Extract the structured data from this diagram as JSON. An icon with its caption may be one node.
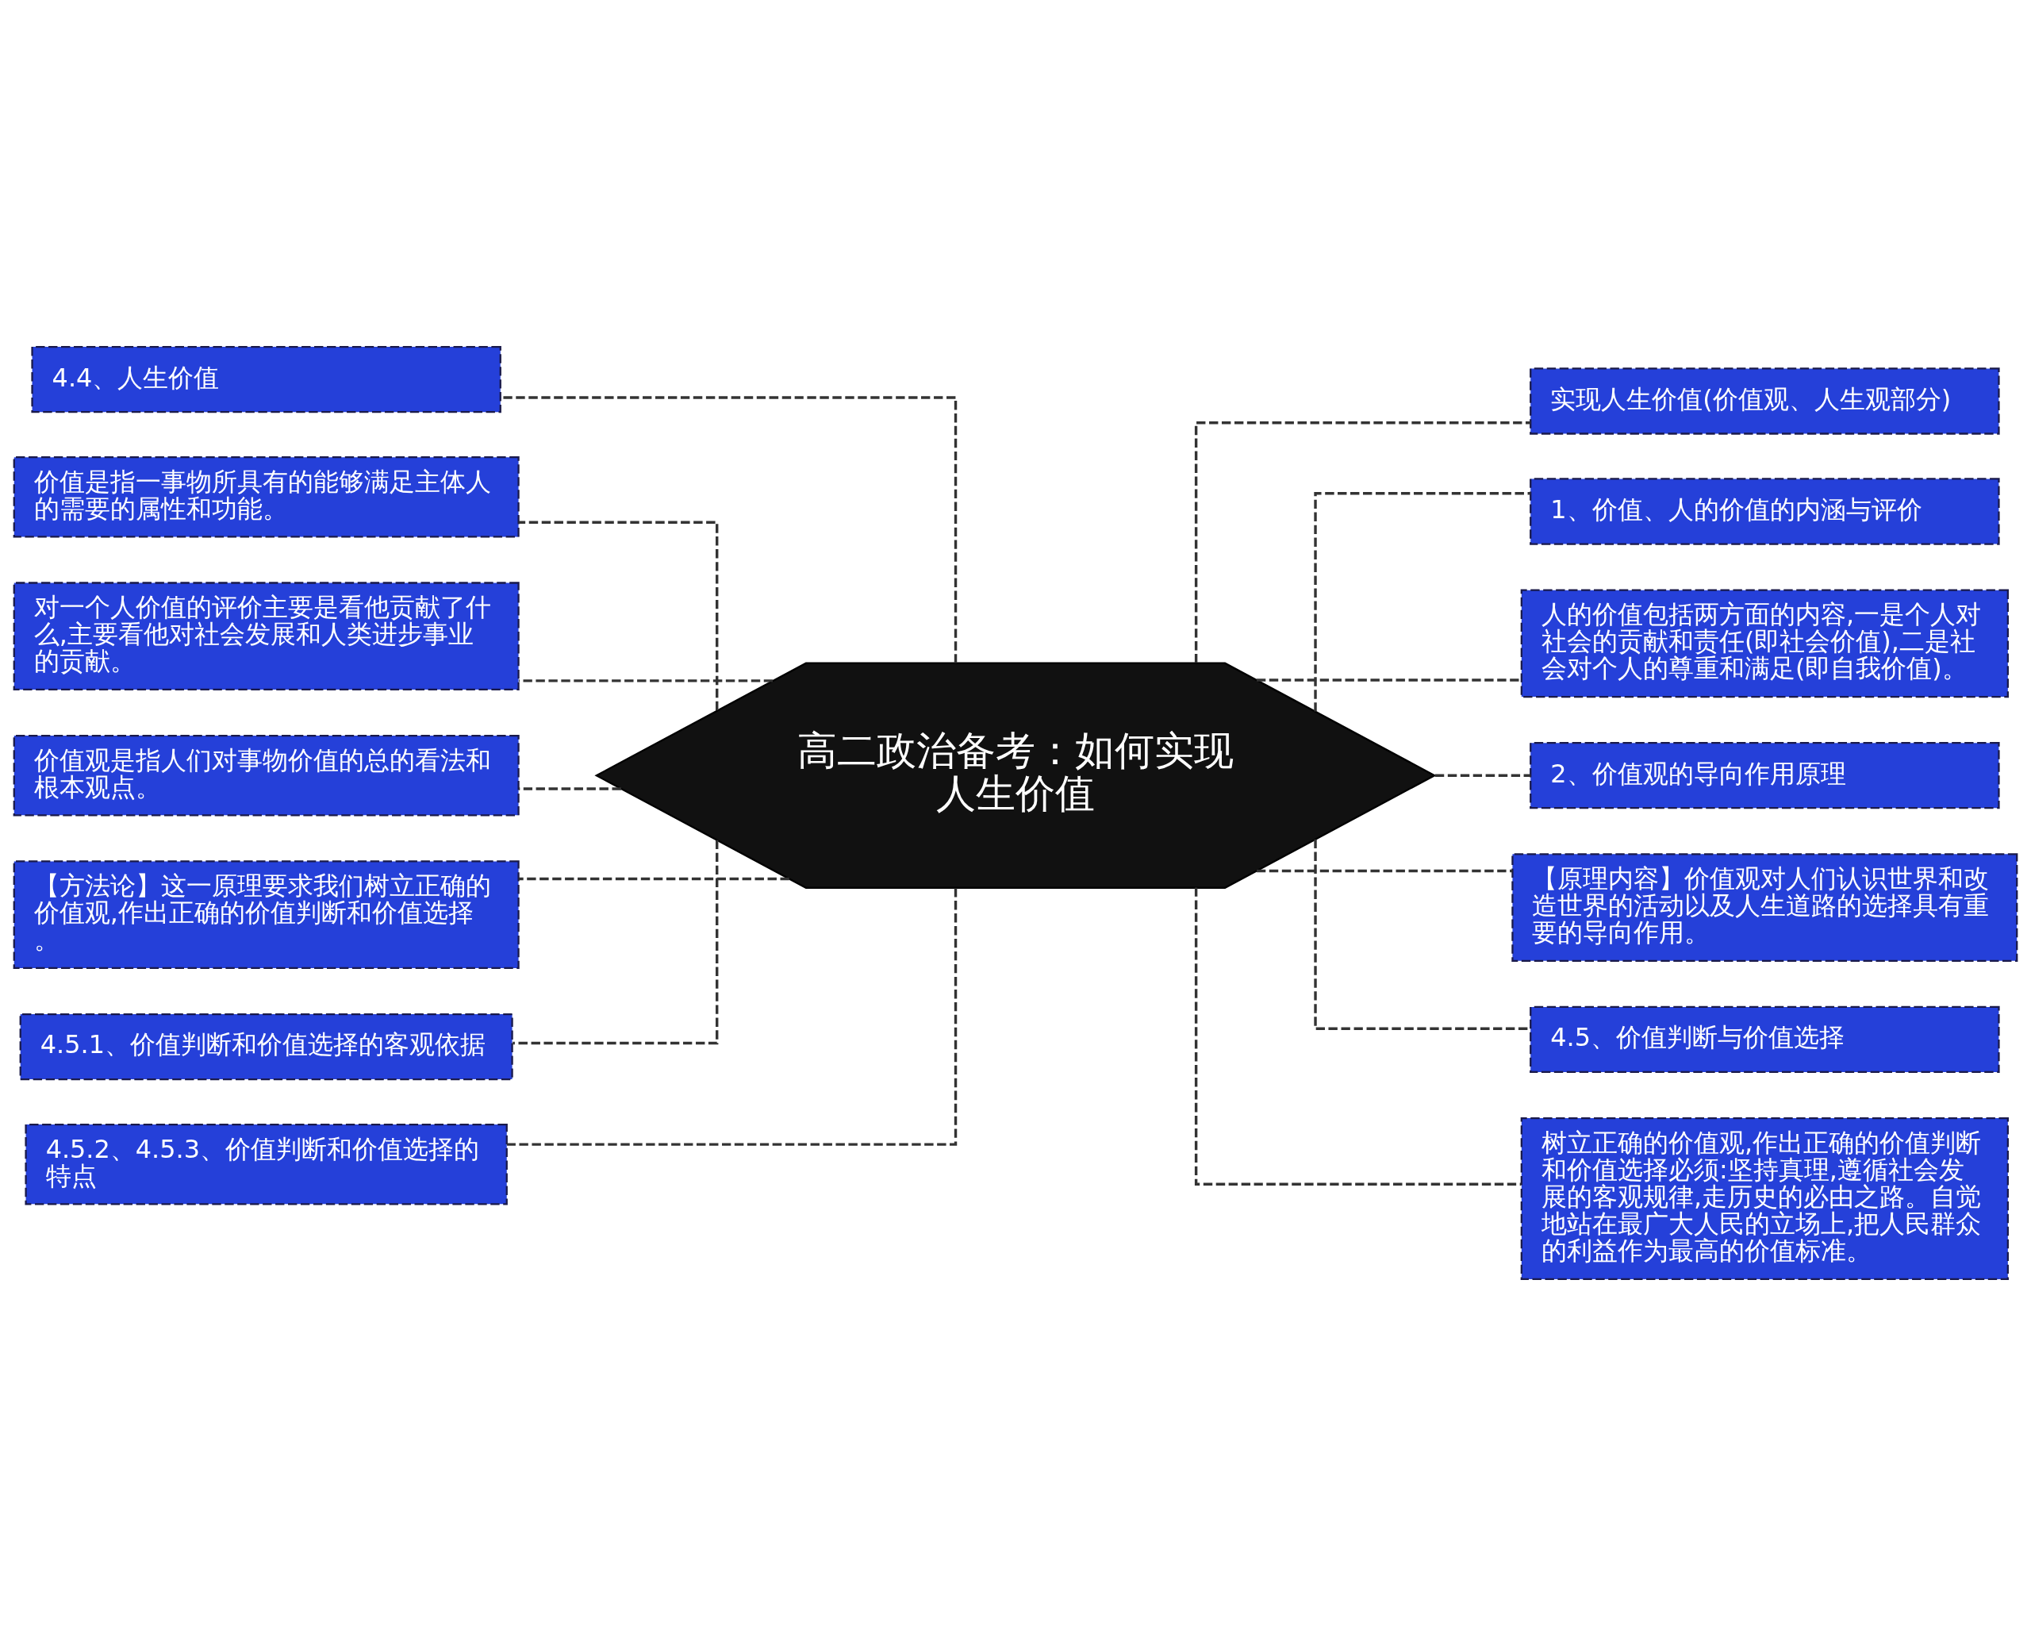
{
  "diagram": {
    "nodes": [
      {
        "text": [
          "高二政治备考：如何实现人生价值"
        ]
      },
      {
        "text": [
          "4.4、人生价值"
        ]
      },
      {
        "text": [
          "价值是指一事物所具有的能够满足主体人的需要的属性和功能。"
        ]
      },
      {
        "text": [
          "对一个人价值的评价主要是看他贡献了什么,主要看他对社会发展和人类进步事业的贡献。"
        ]
      },
      {
        "text": [
          "价值观是指人们对事物价值的总的看法和根本观点。"
        ]
      },
      {
        "text": [
          "【方法论】这一原理要求我们树立正确的价值观,作出正确的价值判断和价值选择。"
        ]
      },
      {
        "text": [
          "4.5.1、价值判断和价值选择的客观依据"
        ]
      },
      {
        "text": [
          "4.5.2、4.5.3、价值判断和价值选择的特点"
        ]
      },
      {
        "text": [
          "实现人生价值(价值观、人生观部分)"
        ]
      },
      {
        "text": [
          "1、价值、人的价值的内涵与评价"
        ]
      },
      {
        "text": [
          "人的价值包括两方面的内容,一是个人对社会的贡献和责任(即社会价值),二是社会对个人的尊重和满足(即自我价值)。"
        ]
      },
      {
        "text": [
          "2、价值观的导向作用原理"
        ]
      },
      {
        "text": [
          "【原理内容】价值观对人们认识世界和改造世界的活动以及人生道路的选择具有重要的导向作用。"
        ]
      },
      {
        "text": [
          "4.5、价值判断与价值选择"
        ]
      },
      {
        "text": [
          "树立正确的价值观,作出正确的价值判断和价值选择必须:坚持真理,遵循社会发展的客观规律,走历史的必由之路。自觉地站在最广大人民的立场上,把人民群众的利益作为最高的价值标准。"
        ]
      }
    ],
    "edges": [
      {
        "from": 0,
        "to": 1,
        "arrow": "none",
        "style": "dashed"
      },
      {
        "from": 0,
        "to": 2,
        "arrow": "none",
        "style": "dashed"
      },
      {
        "from": 0,
        "to": 3,
        "arrow": "none",
        "style": "dashed"
      },
      {
        "from": 0,
        "to": 4,
        "arrow": "none",
        "style": "dashed"
      },
      {
        "from": 0,
        "to": 5,
        "arrow": "none",
        "style": "dashed"
      },
      {
        "from": 0,
        "to": 6,
        "arrow": "none",
        "style": "dashed"
      },
      {
        "from": 0,
        "to": 7,
        "arrow": "none",
        "style": "dashed"
      },
      {
        "from": 0,
        "to": 8,
        "arrow": "none",
        "style": "dashed"
      },
      {
        "from": 0,
        "to": 9,
        "arrow": "none",
        "style": "dashed"
      },
      {
        "from": 0,
        "to": 10,
        "arrow": "none",
        "style": "dashed"
      },
      {
        "from": 0,
        "to": 11,
        "arrow": "none",
        "style": "dashed"
      },
      {
        "from": 0,
        "to": 12,
        "arrow": "none",
        "style": "dashed"
      },
      {
        "from": 0,
        "to": 13,
        "arrow": "none",
        "style": "dashed"
      },
      {
        "from": 0,
        "to": 14,
        "arrow": "none",
        "style": "dashed"
      }
    ]
  }
}
